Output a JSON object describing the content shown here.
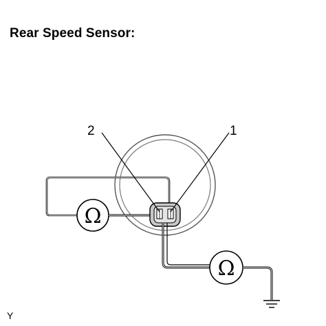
{
  "title": "Rear Speed Sensor:",
  "figure_id": "Y",
  "labels": {
    "terminal_left": "2",
    "terminal_right": "1"
  },
  "meters": {
    "upper_symbol": "Ω",
    "lower_symbol": "Ω"
  },
  "icons": {
    "ohmmeter": "ohmmeter-icon",
    "ground": "ground-icon",
    "connector": "sensor-connector-icon"
  }
}
